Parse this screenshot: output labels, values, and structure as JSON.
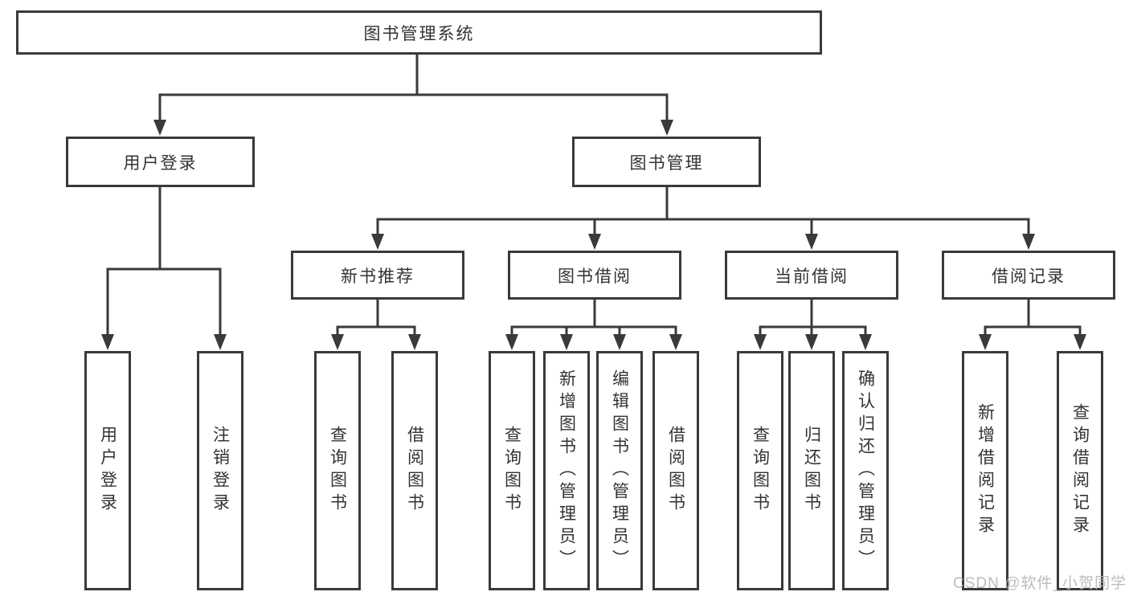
{
  "diagram_title": "图书管理系统",
  "tree": {
    "root": {
      "label": "图书管理系统",
      "children": [
        {
          "label": "用户登录",
          "children": [
            {
              "label": "用户登录"
            },
            {
              "label": "注销登录"
            }
          ]
        },
        {
          "label": "图书管理",
          "children": [
            {
              "label": "新书推荐",
              "children": [
                {
                  "label": "查询图书"
                },
                {
                  "label": "借阅图书"
                }
              ]
            },
            {
              "label": "图书借阅",
              "children": [
                {
                  "label": "查询图书"
                },
                {
                  "label": "新增图书（管理员）"
                },
                {
                  "label": "编辑图书（管理员）"
                },
                {
                  "label": "借阅图书"
                }
              ]
            },
            {
              "label": "当前借阅",
              "children": [
                {
                  "label": "查询图书"
                },
                {
                  "label": "归还图书"
                },
                {
                  "label": "确认归还（管理员）"
                }
              ]
            },
            {
              "label": "借阅记录",
              "children": [
                {
                  "label": "新增借阅记录"
                },
                {
                  "label": "查询借阅记录"
                }
              ]
            }
          ]
        }
      ]
    }
  },
  "watermark": {
    "text": "CSDN @软件_小贺同学"
  },
  "colors": {
    "line": "#3a3a3a",
    "text": "#333333",
    "watermark": "#b5b5b5",
    "background": "#ffffff"
  }
}
